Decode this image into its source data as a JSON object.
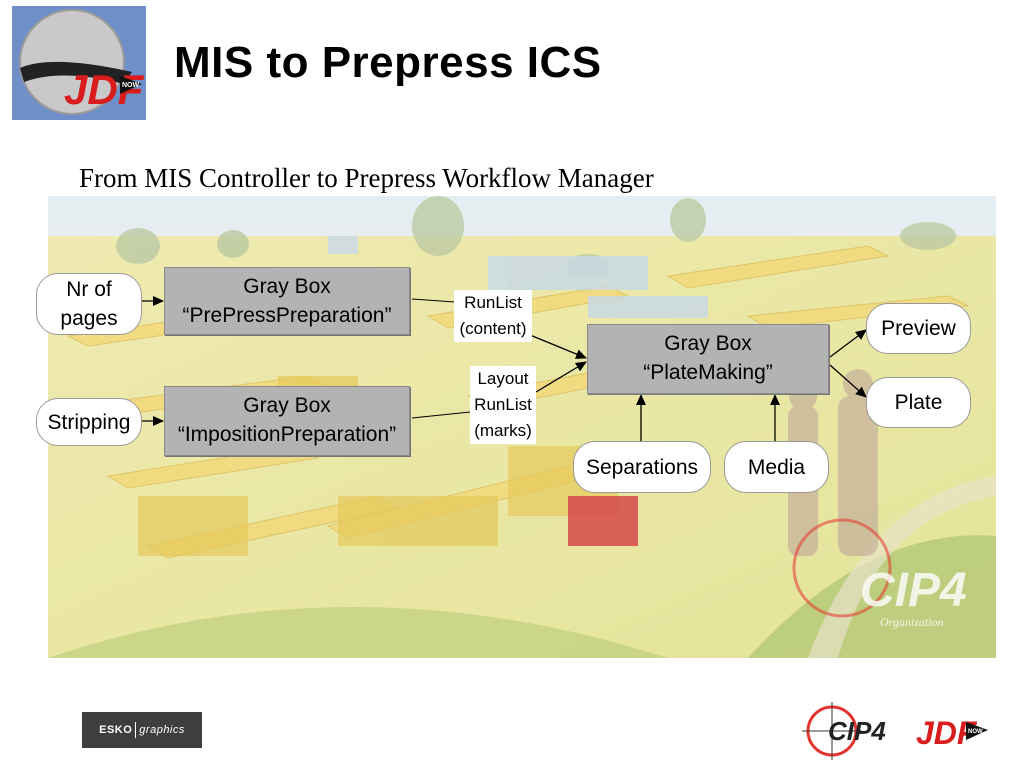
{
  "slide": {
    "title": "MIS to Prepress ICS",
    "subtitle": "From MIS Controller to Prepress Workflow Manager"
  },
  "diagram": {
    "gray_boxes": [
      {
        "line1": "Gray Box",
        "line2": "“PrePressPreparation”"
      },
      {
        "line1": "Gray Box",
        "line2": "“ImpositionPreparation”"
      },
      {
        "line1": "Gray Box",
        "line2": "“PlateMaking”"
      }
    ],
    "inputs": {
      "nr_of_pages": {
        "line1": "Nr of",
        "line2": "pages"
      },
      "stripping": "Stripping",
      "separations": "Separations",
      "media": "Media"
    },
    "outputs": {
      "preview": "Preview",
      "plate": "Plate"
    },
    "links": {
      "runlist_content": {
        "line1": "RunList",
        "line2": "(content)"
      },
      "layout_runlist_marks": {
        "line1": "Layout",
        "line2": "RunList",
        "line3": "(marks)"
      }
    }
  },
  "logos": {
    "cip4_text": "CIP4",
    "cip4_org": "Organization",
    "jdf_text": "JDF",
    "jdf_now": "NOW",
    "esko_text": "ESKO",
    "esko_graphics": "graphics"
  },
  "colors": {
    "gray_box_fill": "#b3b3b3",
    "jdf_red": "#d91c1c",
    "cip4_red": "#e3342f"
  }
}
